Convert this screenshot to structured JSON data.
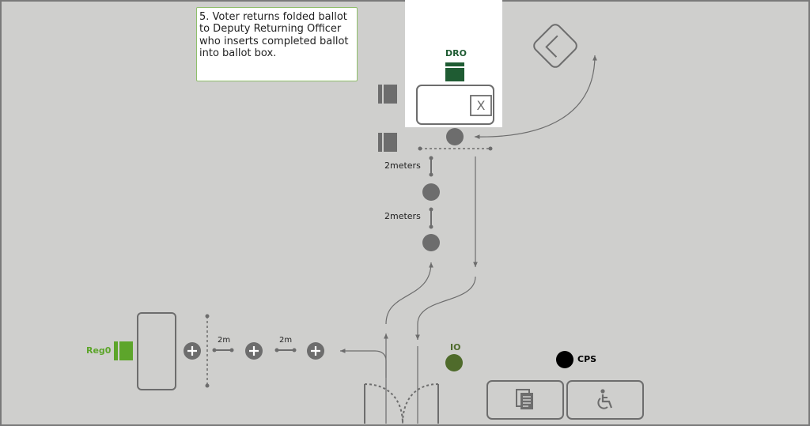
{
  "step": {
    "text": "5. Voter returns folded ballot to Deputy Returning Officer who inserts completed ballot into ballot box."
  },
  "roles": {
    "dro": "DRO",
    "io": "IO",
    "reg": "Reg0",
    "cps": "CPS"
  },
  "distances": {
    "queue_upper": "2meters",
    "queue_lower": "2meters",
    "reg_first": "2m",
    "reg_second": "2m"
  },
  "ballot_marker": "X",
  "colors": {
    "background": "#cfcfcd",
    "dro_green": "#1f5c33",
    "reg_green": "#5da52b",
    "io_green": "#4f6b2b",
    "person_grey": "#6d6d6d",
    "cps_black": "#000000",
    "step_border": "#8fbf6a"
  },
  "icons": {
    "ballot_icon": "folded-ballot-icon",
    "documents": "documents-icon",
    "accessibility": "wheelchair-icon"
  }
}
